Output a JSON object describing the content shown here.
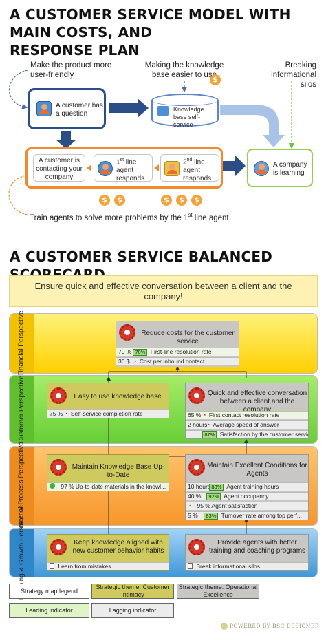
{
  "model": {
    "title": "A CUSTOMER SERVICE MODEL WITH MAIN COSTS, AND RESPONSE PLAN",
    "title_line1": "A CUSTOMER SERVICE MODEL WITH MAIN COSTS, AND",
    "title_line2": "RESPONSE PLAN",
    "note_friendly": "Make the product more user-friendly",
    "note_kb": "Making the knowledge base easier to use",
    "note_silos": "Breaking informational silos",
    "question_box": "A customer has a question",
    "kb_box": "Knowledge base self-service",
    "step1": "A customer is contacting your company",
    "step2_pre": "1",
    "step2_sup": "st",
    "step2_post": " line agent responds",
    "step3_pre": "2",
    "step3_sup": "nd",
    "step3_post": " line agent responds",
    "learning_box": "A company is learning",
    "coin_symbol": "$",
    "train_pre": "Train agents to solve more problems by the 1",
    "train_sup": "st",
    "train_post": " line agent"
  },
  "scorecard": {
    "title": "A CUSTOMER SERVICE BALANCED SCORECARD",
    "goal": "Ensure quick and effective conversation between a client and the company!",
    "lanes": {
      "financial": "Financial Perspective",
      "customer": "Customer Perspective",
      "internal": "Internal Process Perspective",
      "learning": "Learning & Growth Perspective"
    },
    "objectives": {
      "reduce_costs": {
        "title": "Reduce costs for the customer service",
        "kpis": [
          {
            "value": "70 %",
            "badge": "70%",
            "label": "First-line resolution rate"
          },
          {
            "value": "30 $",
            "label": "Cost per inbound contact"
          }
        ]
      },
      "kb_easy": {
        "title": "Easy to use knowledge base",
        "kpis": [
          {
            "value": "75 %",
            "label": "Self-service completion rate"
          }
        ]
      },
      "quick_conv": {
        "title": "Quick and effective conversation between a client and the company",
        "kpis": [
          {
            "value": "65 %",
            "label": "First contact resolution rate"
          },
          {
            "value": "2 hours",
            "label": "Average speed of answer"
          },
          {
            "value": "",
            "badge": "87%",
            "label": "Satisfaction by the customer service"
          }
        ]
      },
      "kb_uptodate": {
        "title": "Maintain Knowledge Base Up-to-Date",
        "kpis": [
          {
            "value": "97 %",
            "label": "Up-to-date materials in the knowl..."
          }
        ]
      },
      "excellent": {
        "title": "Maintain Excellent Conditions for Agents",
        "kpis": [
          {
            "value": "10 hours",
            "badge": "83%",
            "label": "Agent training hours"
          },
          {
            "value": "40 %",
            "badge": "92%",
            "label": "Agent occupancy"
          },
          {
            "value": "95 %",
            "label": "Agent satisfaction"
          },
          {
            "value": "5 %",
            "badge": "83%",
            "label": "Turnover rate among top perf..."
          }
        ]
      },
      "keep_knowledge": {
        "title": "Keep knowledge aligned with new customer behavior habits",
        "kpis": [
          {
            "value": "",
            "label": "Learn from mistakes"
          }
        ]
      },
      "provide_agents": {
        "title": "Provide agents with better training and coaching programs",
        "kpis": [
          {
            "value": "",
            "label": "Break informational silos"
          }
        ]
      }
    },
    "legend": {
      "title": "Strategy map legend",
      "customer_intimacy": "Strategic theme: Customer Intimacy",
      "operational_excellence": "Strategic theme: Operational Excellence",
      "leading": "Leading indicator",
      "lagging": "Lagging indicator"
    },
    "powered": "POWERED BY BSC DESIGNER"
  },
  "colors": {
    "navy": "#2b4e86",
    "orange": "#f08a2c",
    "green": "#8fd14f",
    "financial": "#ffd200",
    "customer": "#6fce3a",
    "internal": "#f7962b",
    "learning": "#3a8fd0"
  }
}
